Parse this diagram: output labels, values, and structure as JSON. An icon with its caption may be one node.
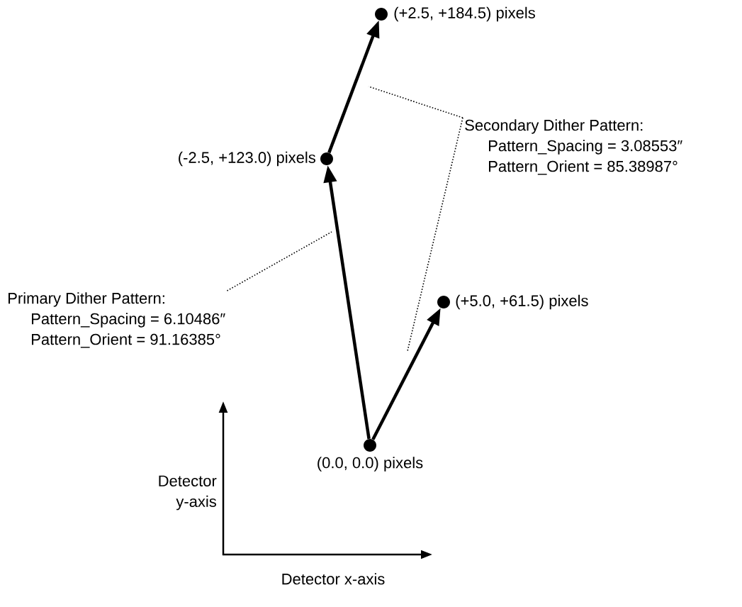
{
  "diagram": {
    "nodes": [
      {
        "text": [],
        "shape": "circle",
        "beside": [
          "(0.0, 0.0) pixels"
        ]
      },
      {
        "text": [],
        "shape": "circle",
        "beside": [
          "(+5.0, +61.5) pixels"
        ]
      },
      {
        "text": [],
        "shape": "circle",
        "beside": [
          "(-2.5, +123.0) pixels"
        ]
      },
      {
        "text": [],
        "shape": "circle",
        "beside": [
          "(+2.5, +184.5) pixels"
        ]
      },
      {
        "text": [
          "Primary Dither Pattern:",
          "Pattern_Spacing = 6.10486″",
          "Pattern_Orient = 91.16385°"
        ]
      },
      {
        "text": [
          "Secondary Dither Pattern:",
          "Pattern_Spacing = 3.08553″",
          "Pattern_Orient = 85.38987°"
        ]
      }
    ],
    "edges": [
      {
        "from": 0,
        "to": 2,
        "arrow": "to",
        "style": "thick"
      },
      {
        "from": 0,
        "to": 1,
        "arrow": "to",
        "style": "thick"
      },
      {
        "from": 2,
        "to": 3,
        "arrow": "to",
        "style": "thick"
      },
      {
        "from": 4,
        "to": null,
        "arrow": "none",
        "style": "dashed"
      },
      {
        "from": 5,
        "to": null,
        "arrow": "none",
        "style": "dashed"
      },
      {
        "from": 5,
        "to": null,
        "arrow": "none",
        "style": "dashed"
      }
    ],
    "labels": [
      "Detector y-axis",
      "Detector x-axis"
    ]
  }
}
